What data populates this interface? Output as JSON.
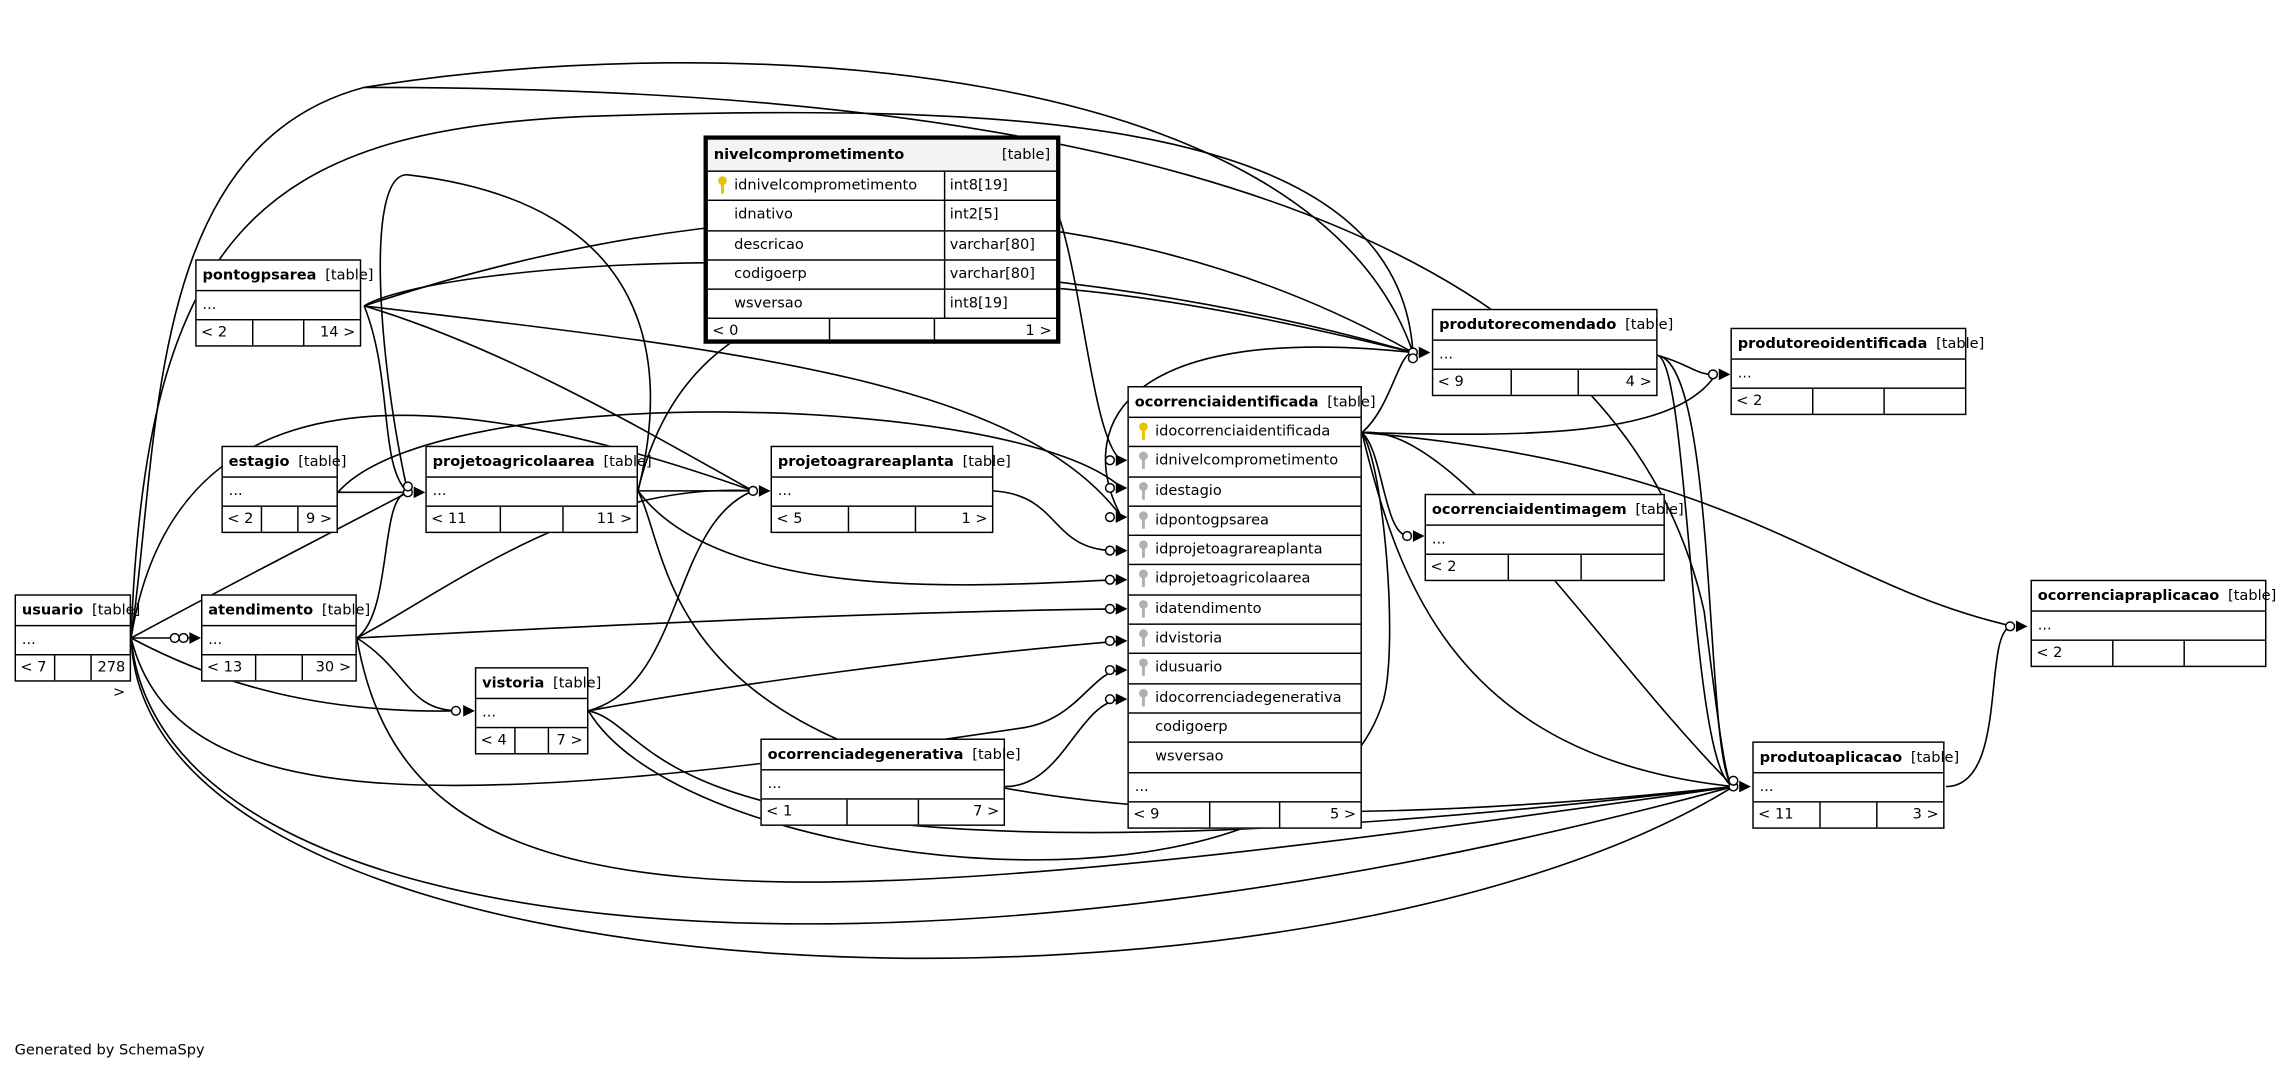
{
  "footer": "Generated by SchemaSpy",
  "tables": {
    "nivelcomprometimento": {
      "name": "nivelcomprometimento",
      "tag": "[table]",
      "columns": [
        {
          "name": "idnivelcomprometimento",
          "type": "int8[19]",
          "key": "pk"
        },
        {
          "name": "idnativo",
          "type": "int2[5]"
        },
        {
          "name": "descricao",
          "type": "varchar[80]"
        },
        {
          "name": "codigoerp",
          "type": "varchar[80]"
        },
        {
          "name": "wsversao",
          "type": "int8[19]"
        }
      ],
      "foot": [
        "< 0",
        "",
        "1 >"
      ]
    },
    "pontogpsarea": {
      "name": "pontogpsarea",
      "tag": "[table]",
      "ellipsis": "...",
      "foot": [
        "< 2",
        "",
        "14 >"
      ]
    },
    "estagio": {
      "name": "estagio",
      "tag": "[table]",
      "ellipsis": "...",
      "foot": [
        "< 2",
        "",
        "9 >"
      ]
    },
    "projetoagricolaarea": {
      "name": "projetoagricolaarea",
      "tag": "[table]",
      "ellipsis": "...",
      "foot": [
        "< 11",
        "",
        "11 >"
      ]
    },
    "projetoagrareaplanta": {
      "name": "projetoagrareaplanta",
      "tag": "[table]",
      "ellipsis": "...",
      "foot": [
        "< 5",
        "",
        "1 >"
      ]
    },
    "usuario": {
      "name": "usuario",
      "tag": "[table]",
      "ellipsis": "...",
      "foot": [
        "< 7",
        "",
        "278 >"
      ]
    },
    "atendimento": {
      "name": "atendimento",
      "tag": "[table]",
      "ellipsis": "...",
      "foot": [
        "< 13",
        "",
        "30 >"
      ]
    },
    "vistoria": {
      "name": "vistoria",
      "tag": "[table]",
      "ellipsis": "...",
      "foot": [
        "< 4",
        "",
        "7 >"
      ]
    },
    "ocorrenciadegenerativa": {
      "name": "ocorrenciadegenerativa",
      "tag": "[table]",
      "ellipsis": "...",
      "foot": [
        "< 1",
        "",
        "7 >"
      ]
    },
    "ocorrenciaidentificada": {
      "name": "ocorrenciaidentificada",
      "tag": "[table]",
      "columns": [
        {
          "name": "idocorrenciaidentificada",
          "key": "pk"
        },
        {
          "name": "idnivelcomprometimento",
          "key": "fk"
        },
        {
          "name": "idestagio",
          "key": "fk"
        },
        {
          "name": "idpontogpsarea",
          "key": "fk"
        },
        {
          "name": "idprojetoagrareaplanta",
          "key": "fk"
        },
        {
          "name": "idprojetoagricolaarea",
          "key": "fk"
        },
        {
          "name": "idatendimento",
          "key": "fk"
        },
        {
          "name": "idvistoria",
          "key": "fk"
        },
        {
          "name": "idusuario",
          "key": "fk"
        },
        {
          "name": "idocorrenciadegenerativa",
          "key": "fk"
        },
        {
          "name": "codigoerp"
        },
        {
          "name": "wsversao"
        }
      ],
      "ellipsis": "...",
      "foot": [
        "< 9",
        "",
        "5 >"
      ]
    },
    "produtorecomendado": {
      "name": "produtorecomendado",
      "tag": "[table]",
      "ellipsis": "...",
      "foot": [
        "< 9",
        "",
        "4 >"
      ]
    },
    "produtoreoidentificada": {
      "name": "produtoreoidentificada",
      "tag": "[table]",
      "ellipsis": "...",
      "foot": [
        "< 2",
        "",
        ""
      ]
    },
    "ocorrenciaidentimagem": {
      "name": "ocorrenciaidentimagem",
      "tag": "[table]",
      "ellipsis": "...",
      "foot": [
        "< 2",
        "",
        ""
      ]
    },
    "ocorrenciapraplicacao": {
      "name": "ocorrenciapraplicacao",
      "tag": "[table]",
      "ellipsis": "...",
      "foot": [
        "< 2",
        "",
        ""
      ]
    },
    "produtoaplicacao": {
      "name": "produtoaplicacao",
      "tag": "[table]",
      "ellipsis": "...",
      "foot": [
        "< 11",
        "",
        "3 >"
      ]
    }
  }
}
